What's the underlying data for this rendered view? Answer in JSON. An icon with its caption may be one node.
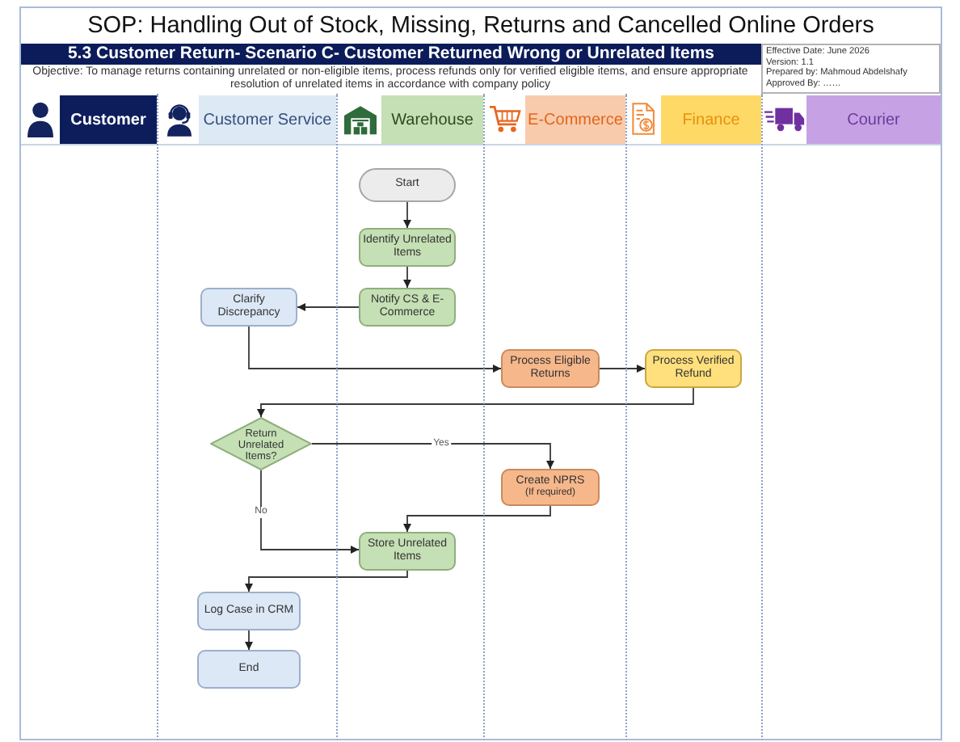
{
  "diagram": {
    "title": "SOP: Handling Out of Stock, Missing, Returns and Cancelled Online Orders",
    "nodes": [
      {
        "text": [
          "5.3 Customer Return- Scenario C- Customer Returned Wrong or Unrelated Items"
        ]
      },
      {
        "text": [
          "Effective Date: June 2026",
          "Version: 1.1",
          "Prepared by: Mahmoud Abdelshafy",
          "Approved By: ……"
        ]
      },
      {
        "text": [
          "Customer"
        ]
      },
      {
        "text": [
          "Customer Service"
        ]
      },
      {
        "text": [
          "Warehouse"
        ]
      },
      {
        "text": [
          "E-Commerce"
        ]
      },
      {
        "text": [
          "Finance"
        ]
      },
      {
        "text": [
          "Courier"
        ]
      },
      {
        "text": [
          "Start"
        ],
        "in": 4
      },
      {
        "text": [
          "Identify Unrelated Items"
        ],
        "in": 4
      },
      {
        "text": [
          "Clarify Discrepancy"
        ],
        "in": 3
      },
      {
        "text": [
          "Notify CS & E-Commerce"
        ],
        "in": 4
      },
      {
        "text": [
          "Process Eligible Returns"
        ],
        "in": 5
      },
      {
        "text": [
          "Process Verified Refund"
        ],
        "in": 6
      },
      {
        "text": [
          "Return Unrelated Items?"
        ],
        "in": 3
      },
      {
        "text": [
          "Create NPRS",
          "(If required)"
        ],
        "in": 5
      },
      {
        "text": [
          "Store Unrelated Items"
        ],
        "in": 4
      },
      {
        "text": [
          "Log Case in CRM"
        ],
        "in": 3
      },
      {
        "text": [
          "End"
        ],
        "in": 3
      }
    ],
    "edges": [
      {
        "from": 8,
        "to": 9,
        "arrow": "to"
      },
      {
        "from": 9,
        "to": 11,
        "arrow": "to"
      },
      {
        "from": 11,
        "to": 10,
        "arrow": "to"
      },
      {
        "from": 10,
        "to": 12,
        "arrow": "to"
      },
      {
        "from": 12,
        "to": 13,
        "arrow": "to"
      },
      {
        "from": 13,
        "to": 14,
        "arrow": "to"
      },
      {
        "from": 14,
        "to": 15,
        "label": "Yes",
        "arrow": "to"
      },
      {
        "from": 14,
        "to": 16,
        "label": "No",
        "arrow": "to"
      },
      {
        "from": 15,
        "to": 16,
        "arrow": "to"
      },
      {
        "from": 16,
        "to": 17,
        "arrow": "to"
      },
      {
        "from": 17,
        "to": 18,
        "arrow": "to"
      }
    ],
    "labels": [
      "Objective: To manage returns containing unrelated or non-eligible items, process refunds only for verified eligible items, and ensure appropriate resolution of unrelated items in accordance with company policy"
    ]
  }
}
